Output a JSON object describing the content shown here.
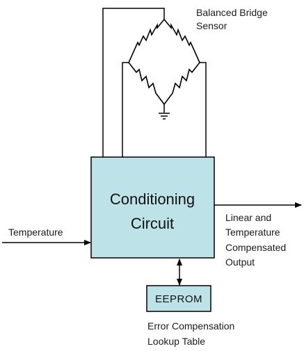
{
  "sensor": {
    "label_line1": "Balanced Bridge",
    "label_line2": "Sensor"
  },
  "conditioning": {
    "label_line1": "Conditioning",
    "label_line2": "Circuit",
    "fill_color": "#bde3e8"
  },
  "input": {
    "label": "Temperature"
  },
  "output": {
    "label_line1": "Linear and",
    "label_line2": "Temperature",
    "label_line3": "Compensated",
    "label_line4": "Output"
  },
  "eeprom": {
    "label": "EEPROM",
    "fill_color": "#bde3e8",
    "caption_line1": "Error Compensation",
    "caption_line2": "Lookup Table"
  },
  "icons": [
    "ground-icon",
    "resistor-icon"
  ]
}
